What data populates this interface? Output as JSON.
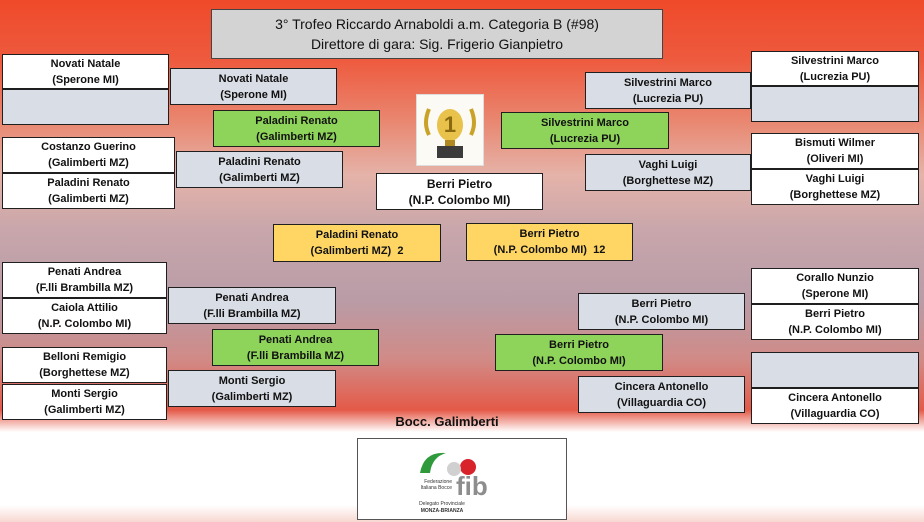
{
  "header": {
    "title_line1": "3° Trofeo Riccardo Arnaboldi a.m. Categoria B (#98)",
    "title_line2": "Direttore di gara: Sig. Frigerio Gianpietro"
  },
  "left_round1": [
    {
      "name": "Novati Natale",
      "club": "(Sperone MI)"
    },
    {
      "name": "",
      "club": ""
    },
    {
      "name": "Costanzo Guerino",
      "club": "(Galimberti MZ)"
    },
    {
      "name": "Paladini Renato",
      "club": "(Galimberti MZ)"
    },
    {
      "name": "Penati Andrea",
      "club": "(F.lli Brambilla MZ)"
    },
    {
      "name": "Caiola Attilio",
      "club": "(N.P. Colombo MI)"
    },
    {
      "name": "Belloni Remigio",
      "club": "(Borghettese MZ)"
    },
    {
      "name": "Monti Sergio",
      "club": "(Galimberti MZ)"
    }
  ],
  "left_round2": [
    {
      "name": "Novati Natale",
      "club": "(Sperone MI)"
    },
    {
      "name": "Paladini Renato",
      "club": "(Galimberti MZ)"
    },
    {
      "name": "Penati Andrea",
      "club": "(F.lli Brambilla MZ)"
    },
    {
      "name": "Monti Sergio",
      "club": "(Galimberti MZ)"
    }
  ],
  "left_round3": [
    {
      "name": "Paladini Renato",
      "club": "(Galimberti MZ)"
    },
    {
      "name": "Penati Andrea",
      "club": "(F.lli Brambilla MZ)"
    }
  ],
  "right_round1": [
    {
      "name": "Silvestrini Marco",
      "club": "(Lucrezia PU)"
    },
    {
      "name": "",
      "club": ""
    },
    {
      "name": "Bismuti Wilmer",
      "club": "(Oliveri MI)"
    },
    {
      "name": "Vaghi Luigi",
      "club": "(Borghettese MZ)"
    },
    {
      "name": "Corallo Nunzio",
      "club": "(Sperone MI)"
    },
    {
      "name": "Berri Pietro",
      "club": "(N.P. Colombo MI)"
    },
    {
      "name": "",
      "club": ""
    },
    {
      "name": "Cincera Antonello",
      "club": "(Villaguardia CO)"
    }
  ],
  "right_round2": [
    {
      "name": "Silvestrini Marco",
      "club": "(Lucrezia PU)"
    },
    {
      "name": "Vaghi Luigi",
      "club": "(Borghettese MZ)"
    },
    {
      "name": "Berri Pietro",
      "club": "(N.P. Colombo MI)"
    },
    {
      "name": "Cincera Antonello",
      "club": "(Villaguardia CO)"
    }
  ],
  "right_round3": [
    {
      "name": "Silvestrini Marco",
      "club": "(Lucrezia PU)"
    },
    {
      "name": "Berri Pietro",
      "club": "(N.P. Colombo MI)"
    }
  ],
  "final": {
    "left": {
      "name": "Paladini Renato",
      "club": "(Galimberti MZ)",
      "score": "2"
    },
    "right": {
      "name": "Berri Pietro",
      "club": "(N.P. Colombo MI)",
      "score": "12"
    }
  },
  "winner": {
    "name": "Berri Pietro",
    "club": "(N.P. Colombo MI)"
  },
  "trophy": {
    "icon": "trophy-icon",
    "digit": "1"
  },
  "organizer": "Bocc. Galimberti",
  "logo": {
    "icon": "fib-logo-icon",
    "brand": "fib",
    "line1": "Federazione",
    "line2": "Italiana Bocce",
    "line3": "Delegato Provinciale",
    "line4": "MONZA-BRIANZA"
  },
  "colors": {
    "green_box": "#8fd45a",
    "gold_box": "#ffd664",
    "grey_box": "#d9dde5",
    "header_red": "#ef4a2a"
  }
}
